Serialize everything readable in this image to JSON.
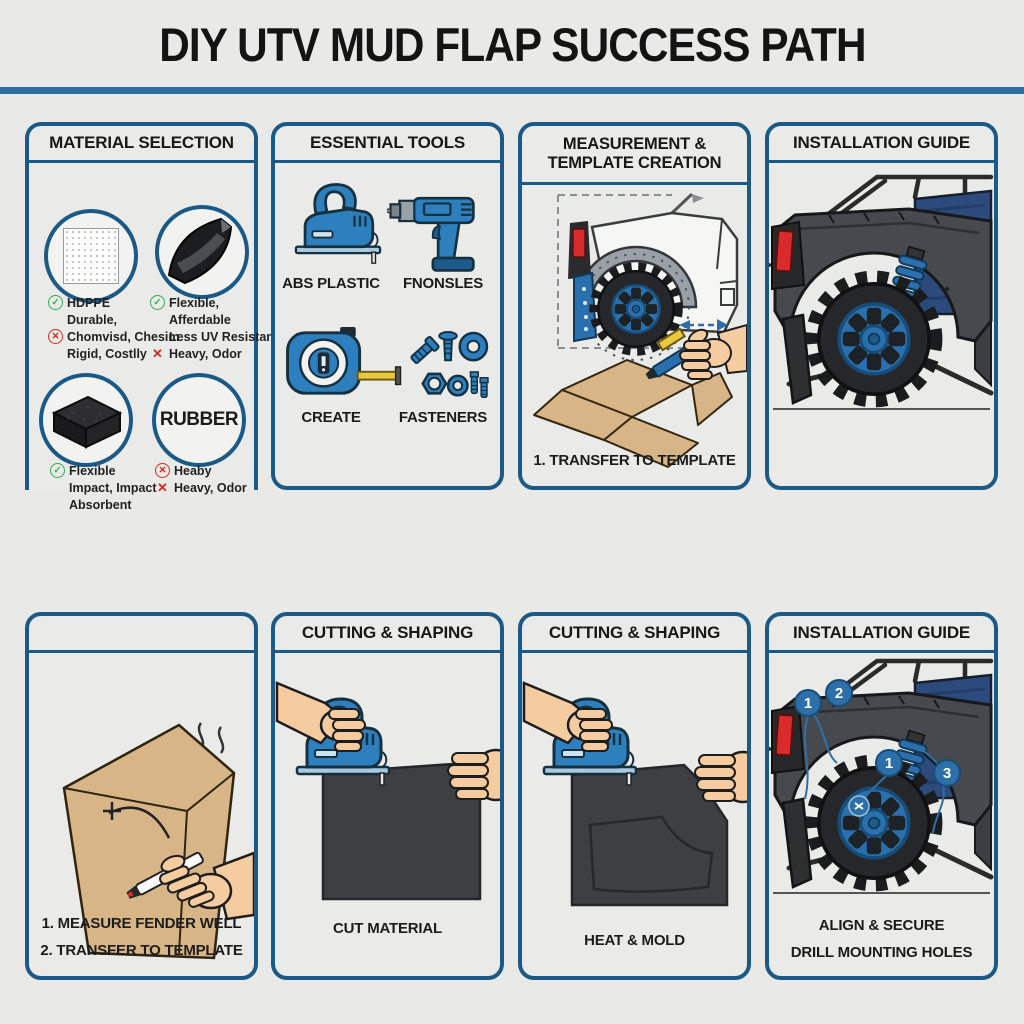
{
  "title": "DIY UTV MUD FLAP SUCCESS PATH",
  "icons": {
    "check_glyph": "✓",
    "cross_glyph": "✕"
  },
  "colors": {
    "background": "#e9e9e7",
    "panel_border": "#1b5a87",
    "title_rule": "#2a6f9f",
    "accent_blue": "#2e7fbe",
    "cab_blue": "#2c4a7c",
    "body_gray": "#46494e",
    "dark_sheet": "#3d3f43",
    "cardboard": "#d8b587",
    "skin": "#f5cba0",
    "red": "#d92b2b",
    "green_check": "#2eac4f",
    "red_x": "#d42a20"
  },
  "panels": {
    "material": {
      "title": "MATERIAL SELECTION",
      "hdpe_notes": [
        "HDPPE",
        "Durable,",
        "Chomvisd, Chesim",
        "Rigid, Costlly"
      ],
      "flex_notes": [
        "Flexible,",
        "Afferdable",
        "Less UV Resistant",
        "Heavy, Odor"
      ],
      "foam_notes": [
        "Flexible",
        "Impact, Impact",
        "Absorbent"
      ],
      "rubber_label": "RUBBER",
      "rubber_notes": [
        "Heaby",
        "Heavy, Odor"
      ]
    },
    "tools": {
      "title": "ESSENTIAL TOOLS",
      "items": [
        {
          "label": "ABS PLASTIC"
        },
        {
          "label": "FNONSLES"
        },
        {
          "label": "CREATE"
        },
        {
          "label": "FASTENERS"
        }
      ]
    },
    "measure": {
      "title": "MEASUREMENT & TEMPLATE CREATION",
      "caption": "1. TRANSFER TO TEMPLATE"
    },
    "install_top": {
      "title": "INSTALLATION GUIDE"
    },
    "template": {
      "title": "",
      "captions": [
        "1. MEASURE FENDER WELL",
        "2. TRANSFER TO TEMPLATE"
      ]
    },
    "cut": {
      "title": "CUTTING & SHAPING",
      "caption": "CUT MATERIAL"
    },
    "mold": {
      "title": "CUTTING & SHAPING",
      "caption": "HEAT & MOLD"
    },
    "install_bottom": {
      "title": "INSTALLATION GUIDE",
      "captions": [
        "ALIGN & SECURE",
        "DRILL MOUNTING HOLES"
      ],
      "markers": [
        "1",
        "2",
        "1",
        "3"
      ]
    }
  }
}
